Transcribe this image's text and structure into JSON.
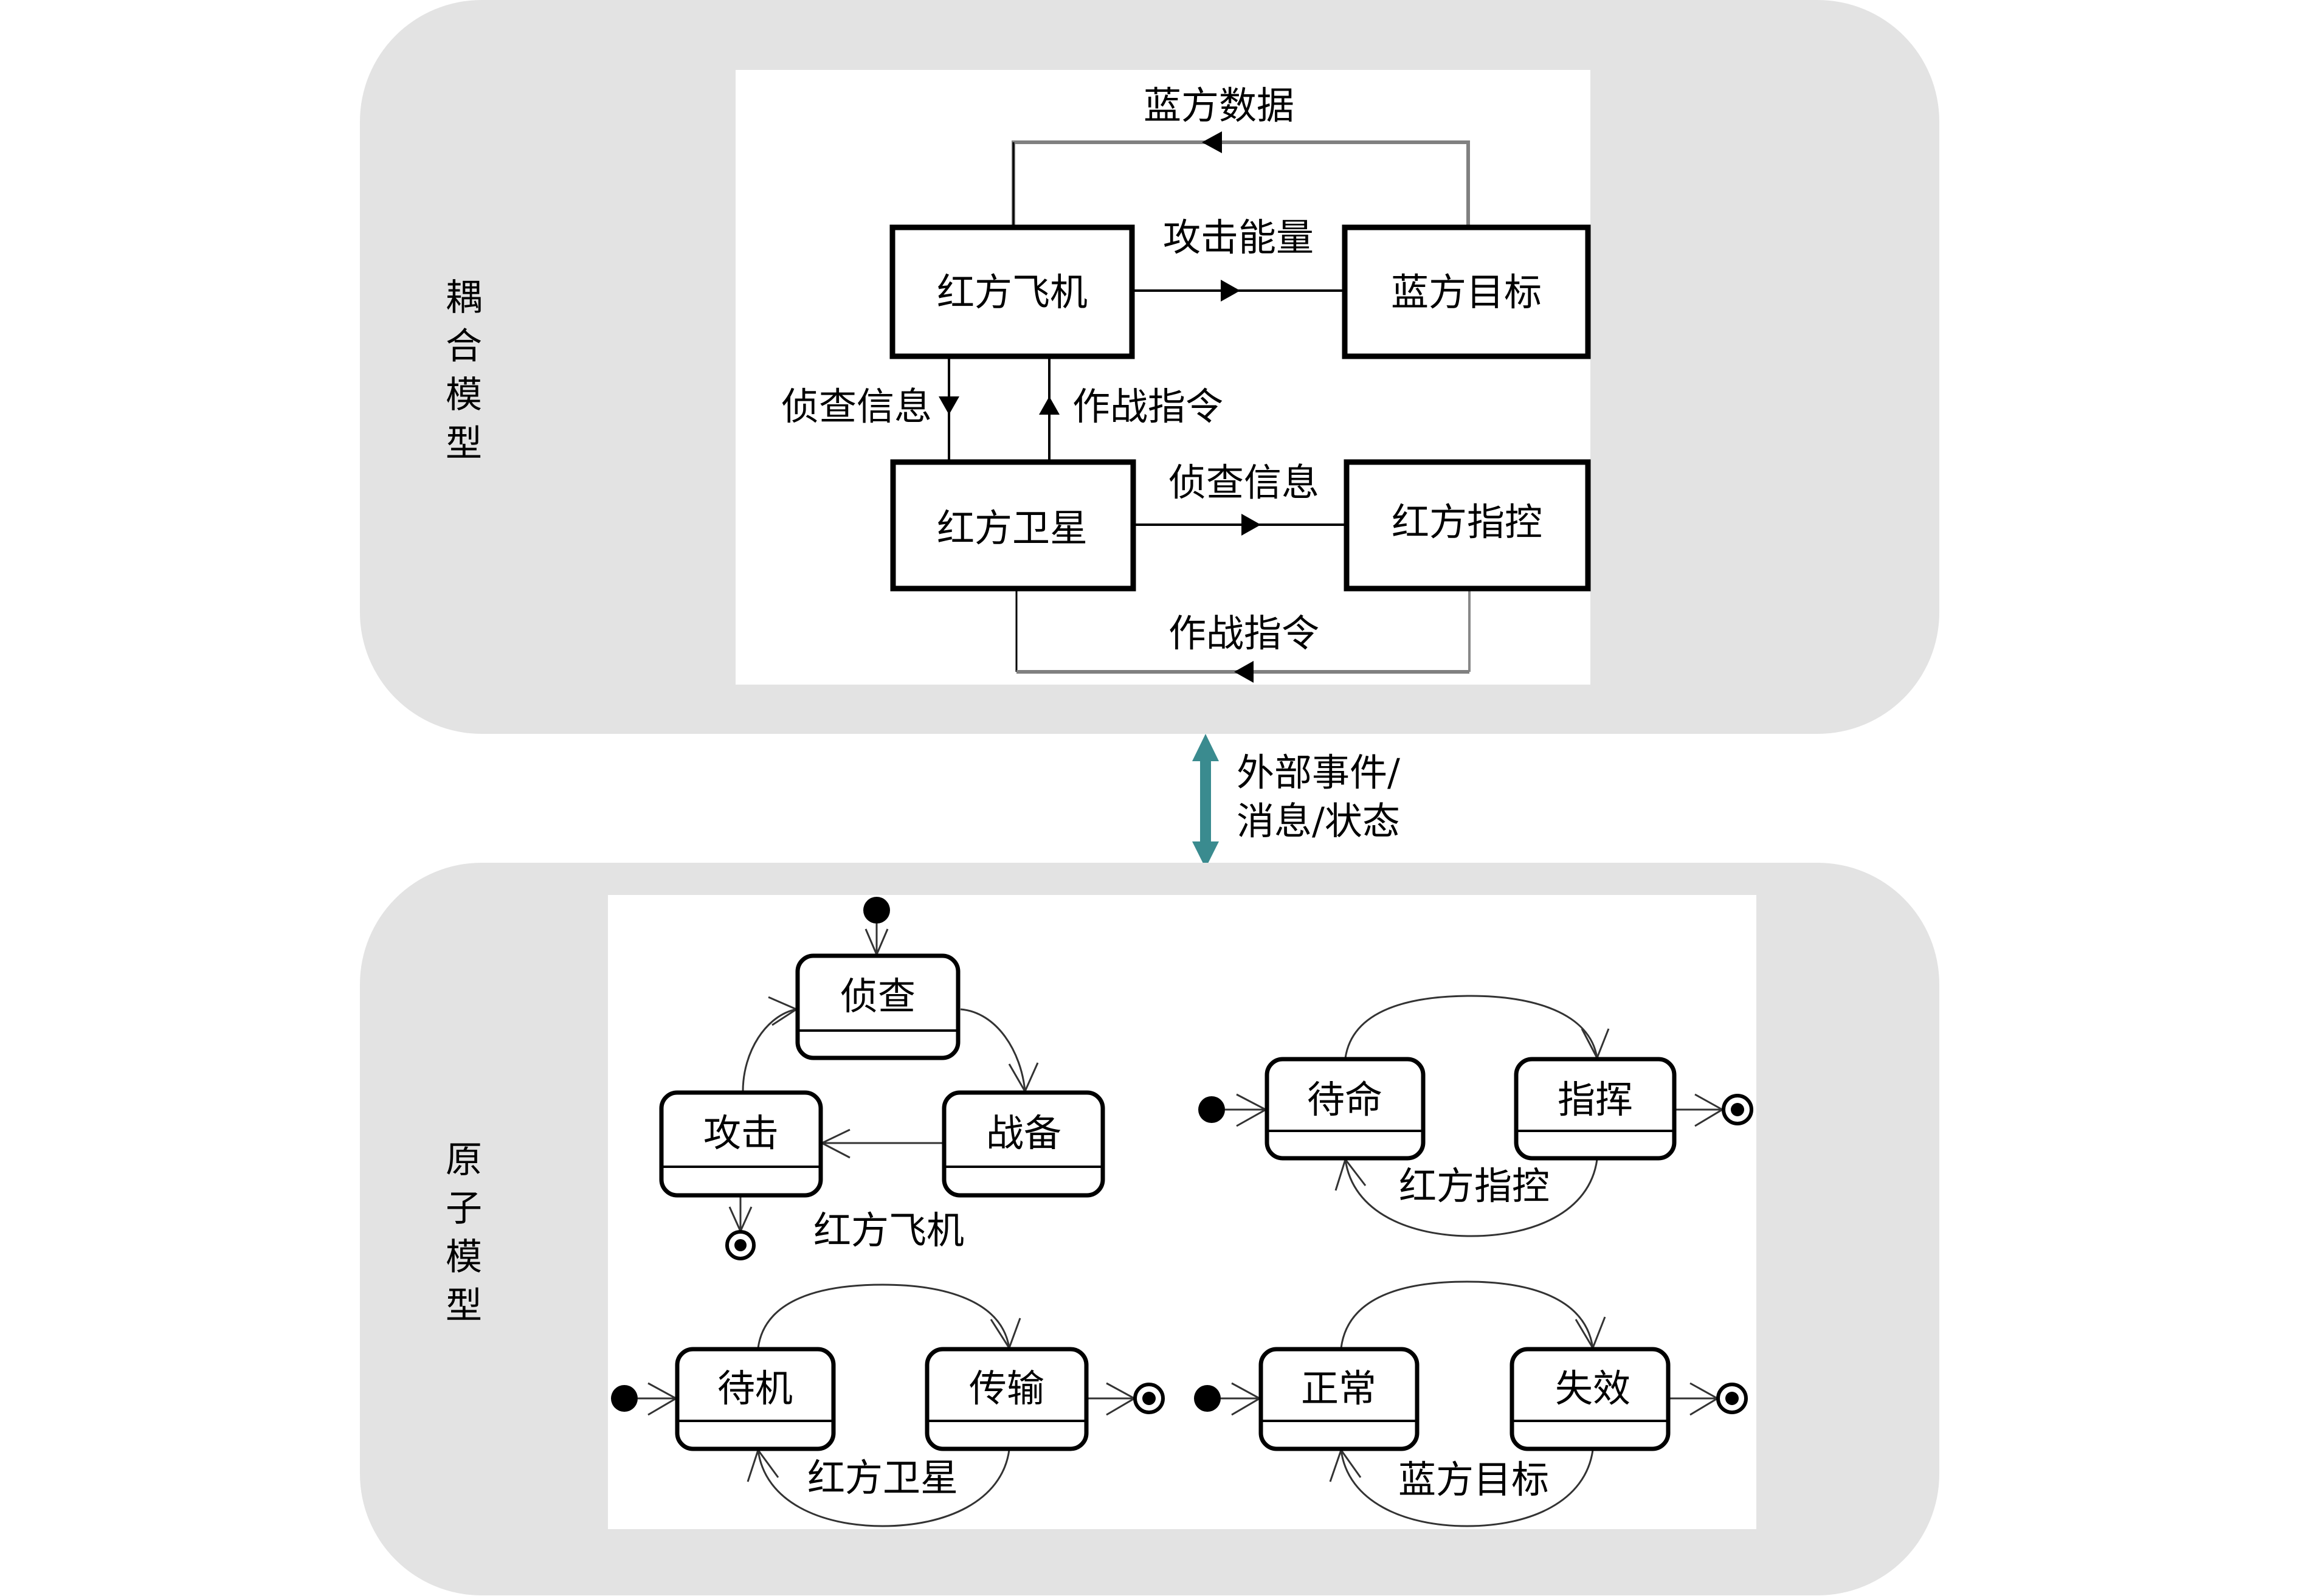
{
  "coupled_model": {
    "title": "耦合模型",
    "title_chars": [
      "耦",
      "合",
      "模",
      "型"
    ],
    "blocks": {
      "red_aircraft": "红方飞机",
      "blue_target": "蓝方目标",
      "red_satellite": "红方卫星",
      "red_command": "红方指控"
    },
    "links": {
      "blue_data": "蓝方数据",
      "attack_energy": "攻击能量",
      "recon_info_down": "侦查信息",
      "combat_order_up": "作战指令",
      "recon_info_right": "侦查信息",
      "combat_order_bottom": "作战指令"
    }
  },
  "interface": {
    "line1": "外部事件/",
    "line2": "消息/状态",
    "arrow_color": "#3a8b8f"
  },
  "atomic_model": {
    "title": "原子模型",
    "title_chars": [
      "原",
      "子",
      "模",
      "型"
    ],
    "machines": {
      "aircraft": {
        "name": "红方飞机",
        "states": [
          "侦查",
          "战备",
          "攻击"
        ]
      },
      "command": {
        "name": "红方指控",
        "states": [
          "待命",
          "指挥"
        ]
      },
      "satellite": {
        "name": "红方卫星",
        "states": [
          "待机",
          "传输"
        ]
      },
      "target": {
        "name": "蓝方目标",
        "states": [
          "正常",
          "失效"
        ]
      }
    }
  },
  "colors": {
    "panel": "#e3e3e3",
    "canvas": "#ffffff",
    "accent_teal": "#3a8b8f",
    "feedback_line": "#808080"
  }
}
